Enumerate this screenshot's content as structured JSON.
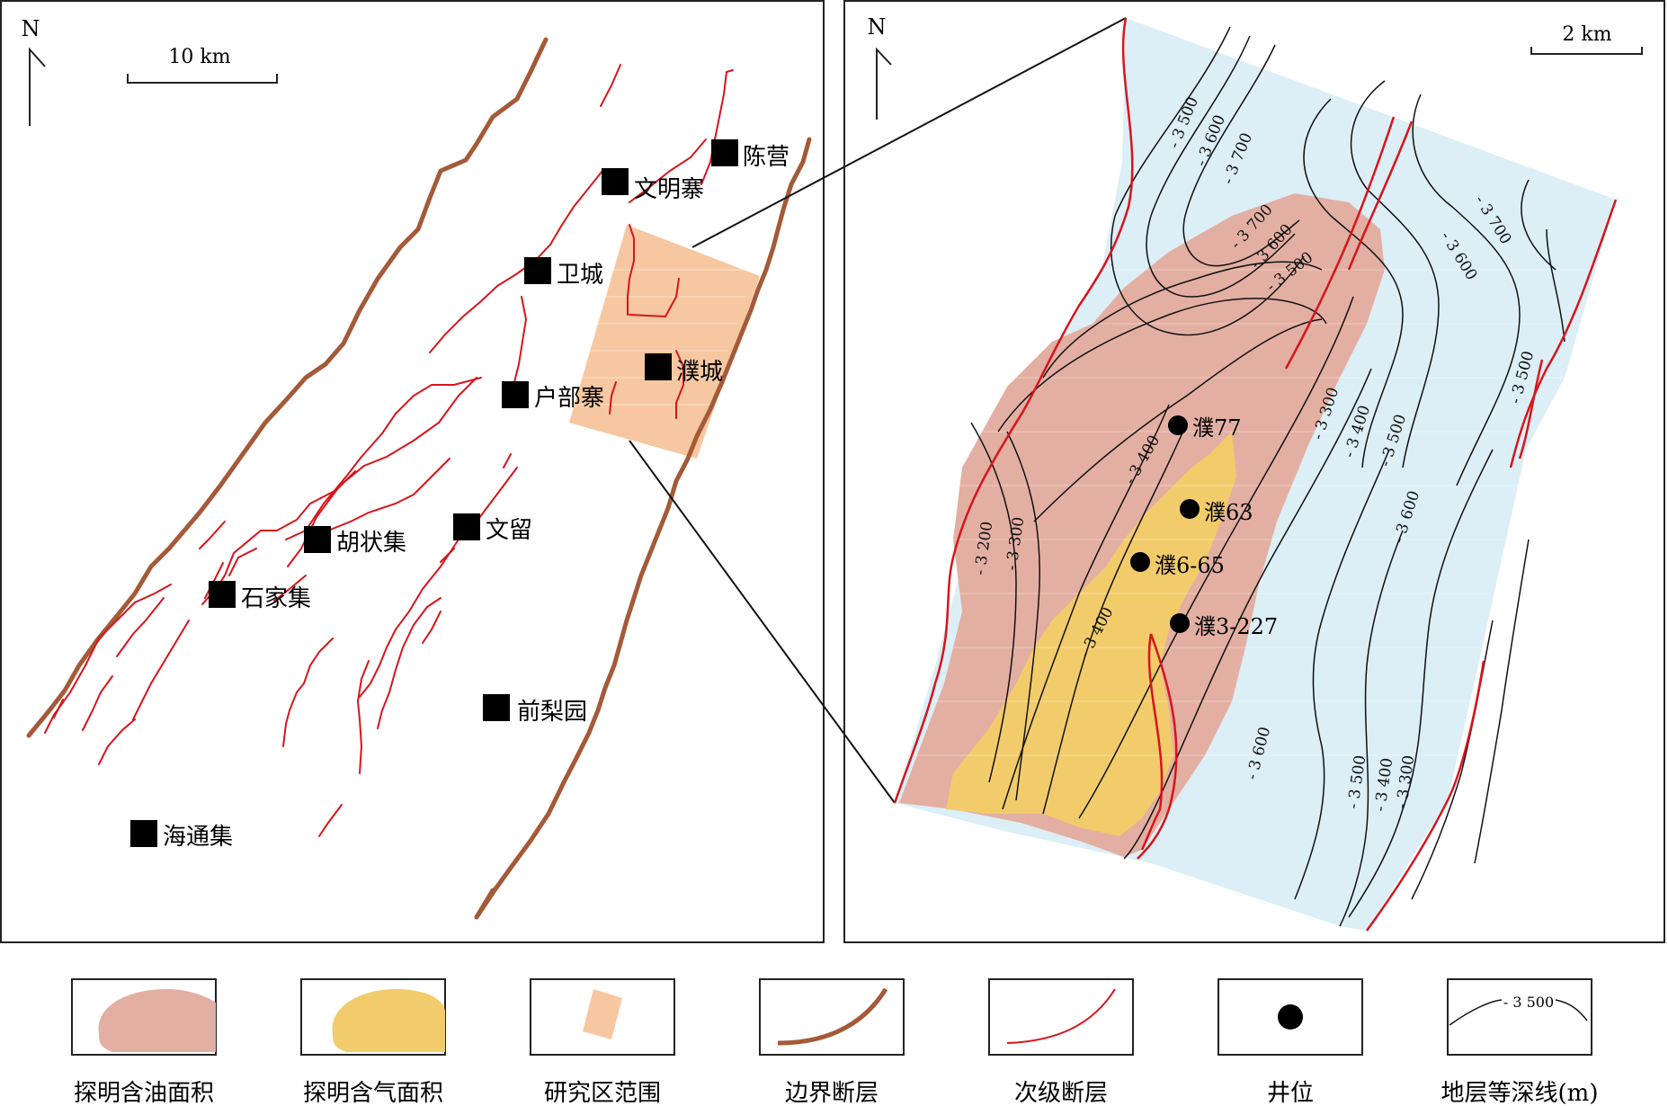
{
  "left_map": {
    "north_label": "N",
    "scale_label": "10 km",
    "towns": [
      {
        "name": "陈营"
      },
      {
        "name": "文明寨"
      },
      {
        "name": "卫城"
      },
      {
        "name": "濮城"
      },
      {
        "name": "户部寨"
      },
      {
        "name": "胡状集"
      },
      {
        "name": "文留"
      },
      {
        "name": "石家集"
      },
      {
        "name": "前梨园"
      },
      {
        "name": "海通集"
      }
    ]
  },
  "right_map": {
    "north_label": "N",
    "scale_label": "2 km",
    "wells": [
      {
        "name": "濮77"
      },
      {
        "name": "濮63"
      },
      {
        "name": "濮6-65"
      },
      {
        "name": "濮3-227"
      }
    ],
    "contour_labels": [
      "3 500",
      "3 600",
      "3 700",
      "3 700",
      "3 600",
      "3 500",
      "3 700",
      "3 600",
      "3 300",
      "3 400",
      "3 500",
      "3 600",
      "3 500",
      "3 400",
      "3 400",
      "3 200",
      "3 300",
      "3 600",
      "3 500",
      "3 400",
      "3 300"
    ]
  },
  "legend": [
    {
      "label": "探明含油面积",
      "icon": "oil-area-icon"
    },
    {
      "label": "探明含气面积",
      "icon": "gas-area-icon"
    },
    {
      "label": "研究区范围",
      "icon": "study-area-icon"
    },
    {
      "label": "边界断层",
      "icon": "boundary-fault-icon"
    },
    {
      "label": "次级断层",
      "icon": "secondary-fault-icon"
    },
    {
      "label": "井位",
      "icon": "well-icon"
    },
    {
      "label": "地层等深线(m)",
      "icon": "contour-icon",
      "sample": "3 500"
    }
  ],
  "colors": {
    "oil": "#E3AFA2",
    "gas": "#F2CC6B",
    "study_area": "#F6C7A0",
    "boundary_fault": "#A45A38",
    "secondary_fault": "#D8141C",
    "water": "#DCEEF6"
  }
}
